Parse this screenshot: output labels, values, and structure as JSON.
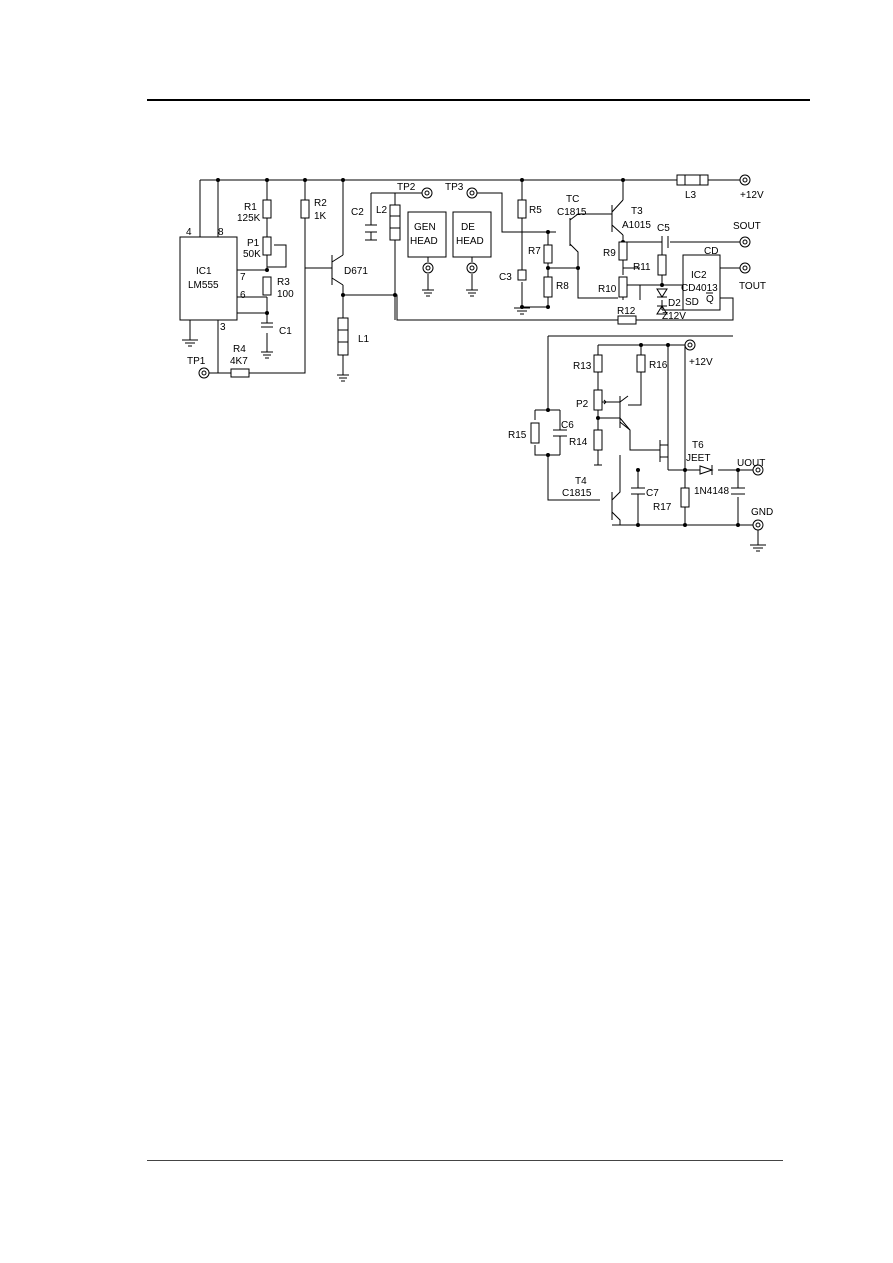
{
  "ic1": {
    "name": "IC1",
    "part": "LM555",
    "pins": [
      "4",
      "8",
      "7",
      "6",
      "3"
    ]
  },
  "ic2": {
    "name": "IC2",
    "part": "CD4013",
    "pin_cd": "CD",
    "pin_sd": "SD",
    "pin_q": "Q"
  },
  "resistors": {
    "r1": "R1",
    "r1_value": "125K",
    "p1": "P1",
    "p1_value": "50K",
    "r3": "R3",
    "r3_value": "100",
    "r2": "R2",
    "r2_value": "1K",
    "r4": "R4",
    "r4_value": "4K7",
    "r5": "R5",
    "r7": "R7",
    "r8": "R8",
    "r9": "R9",
    "r10": "R10",
    "r11": "R11",
    "r12": "R12",
    "r13": "R13",
    "r14": "R14",
    "r15": "R15",
    "r16": "R16",
    "r17": "R17",
    "p2": "P2"
  },
  "capacitors": {
    "c1": "C1",
    "c2": "C2",
    "c3": "C3",
    "c5": "C5",
    "c6": "C6",
    "c7": "C7"
  },
  "inductors": {
    "l1": "L1",
    "l2": "L2",
    "l3": "L3"
  },
  "transistors": {
    "d671": "D671",
    "tc": "TC",
    "tc_part": "C1815",
    "t3": "T3",
    "t3_part": "A1015",
    "t4": "T4",
    "t4_part": "C1815",
    "t6": "T6",
    "t6_part": "JEET"
  },
  "diodes": {
    "d2": "D2",
    "z12v": "Z12V",
    "d_out": "1N4148"
  },
  "heads": {
    "gen_line1": "GEN",
    "gen_line2": "HEAD",
    "de_line1": "DE",
    "de_line2": "HEAD"
  },
  "test_points": {
    "tp1": "TP1",
    "tp2": "TP2",
    "tp3": "TP3"
  },
  "outputs": {
    "vcc_top": "+12V",
    "vcc_mid": "+12V",
    "sout": "SOUT",
    "tout": "TOUT",
    "uout": "UOUT",
    "gnd": "GND"
  }
}
